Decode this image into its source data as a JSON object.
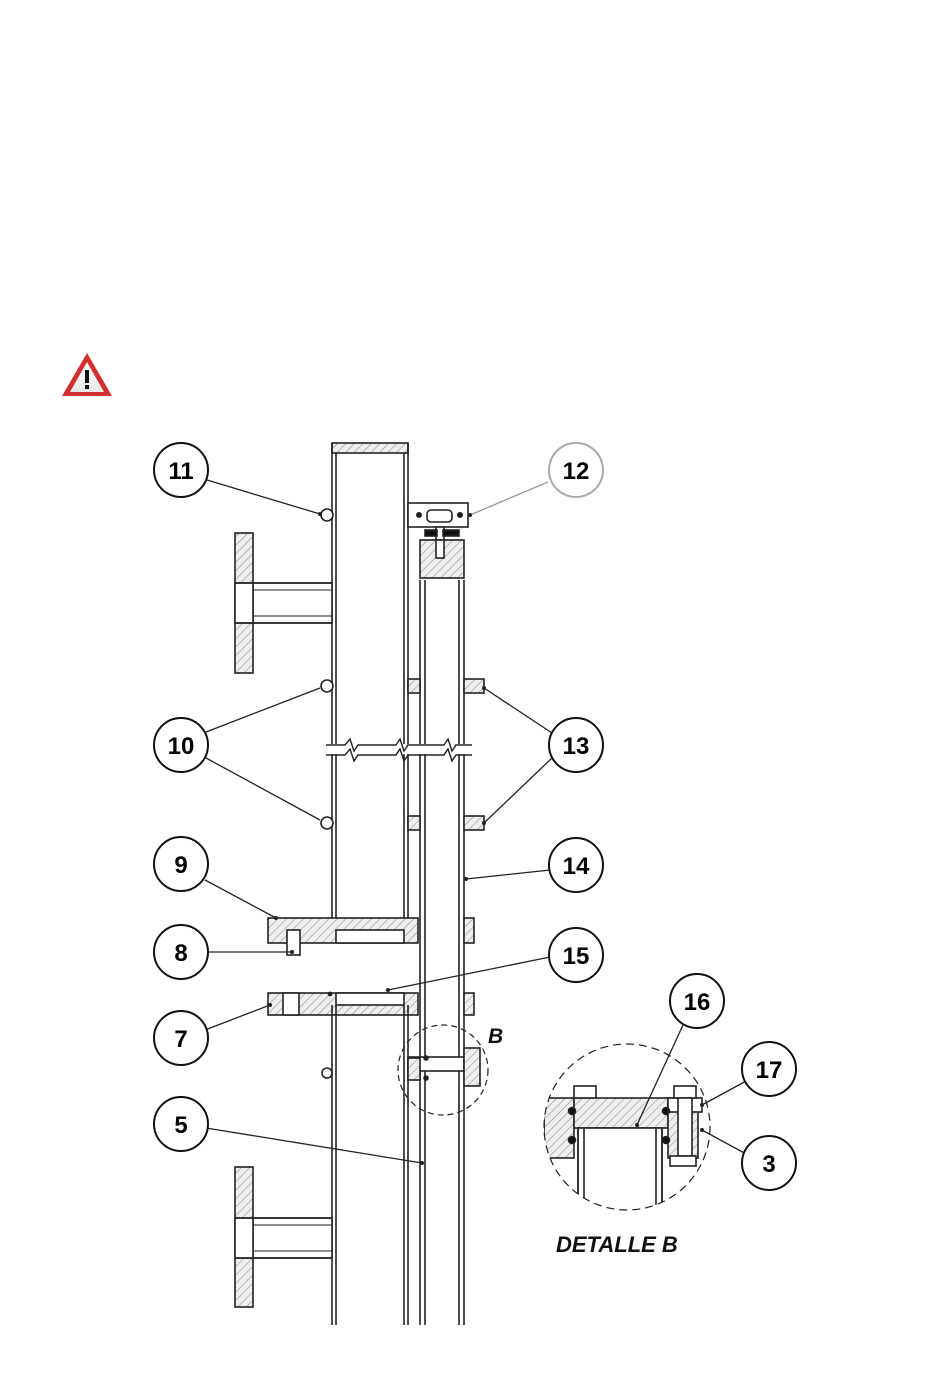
{
  "warning": {
    "icon": "warning-triangle-icon",
    "color": "#d32f2f"
  },
  "callouts": [
    {
      "id": "11",
      "label": "11"
    },
    {
      "id": "12",
      "label": "12"
    },
    {
      "id": "10",
      "label": "10"
    },
    {
      "id": "13",
      "label": "13"
    },
    {
      "id": "9",
      "label": "9"
    },
    {
      "id": "14",
      "label": "14"
    },
    {
      "id": "8",
      "label": "8"
    },
    {
      "id": "15",
      "label": "15"
    },
    {
      "id": "7",
      "label": "7"
    },
    {
      "id": "16",
      "label": "16"
    },
    {
      "id": "17",
      "label": "17"
    },
    {
      "id": "5",
      "label": "5"
    },
    {
      "id": "3",
      "label": "3"
    }
  ],
  "detail_marker": "B",
  "detail_title": "DETALLE B"
}
